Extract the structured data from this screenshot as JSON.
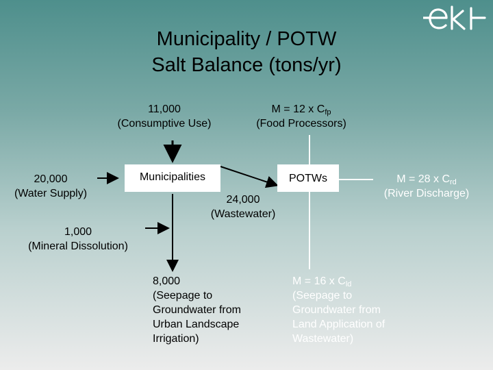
{
  "title": {
    "line1": "Municipality / POTW",
    "line2": "Salt Balance (tons/yr)"
  },
  "logo": {
    "text": "eki"
  },
  "nodes": {
    "municipalities": "Municipalities",
    "potws": "POTWs"
  },
  "flows": {
    "consumptive_use": {
      "value": "11,000",
      "label": "(Consumptive Use)"
    },
    "food_processors": {
      "formula": "M = 12 x C",
      "sub": "fp",
      "label": "(Food Processors)"
    },
    "water_supply": {
      "value": "20,000",
      "label": "(Water Supply)"
    },
    "wastewater": {
      "value": "24,000",
      "label": "(Wastewater)"
    },
    "river_discharge": {
      "formula": "M = 28 x C",
      "sub": "rd",
      "label": "(River Discharge)"
    },
    "mineral_dissolution": {
      "value": "1,000",
      "label": "(Mineral Dissolution)"
    },
    "seepage_urban": {
      "value": "8,000",
      "lines": [
        "(Seepage to",
        "Groundwater from",
        "Urban Landscape",
        "Irrigation)"
      ]
    },
    "seepage_land": {
      "formula": "M = 16 x C",
      "sub": "ld",
      "lines": [
        "(Seepage to",
        "Groundwater from",
        "Land Application of",
        "Wastewater)"
      ]
    }
  },
  "colors": {
    "line_color": "#ffffff",
    "arrow_color": "#000000",
    "muni_box": "#ffffff",
    "text_white": "#ffffff",
    "text_black": "#000000"
  }
}
